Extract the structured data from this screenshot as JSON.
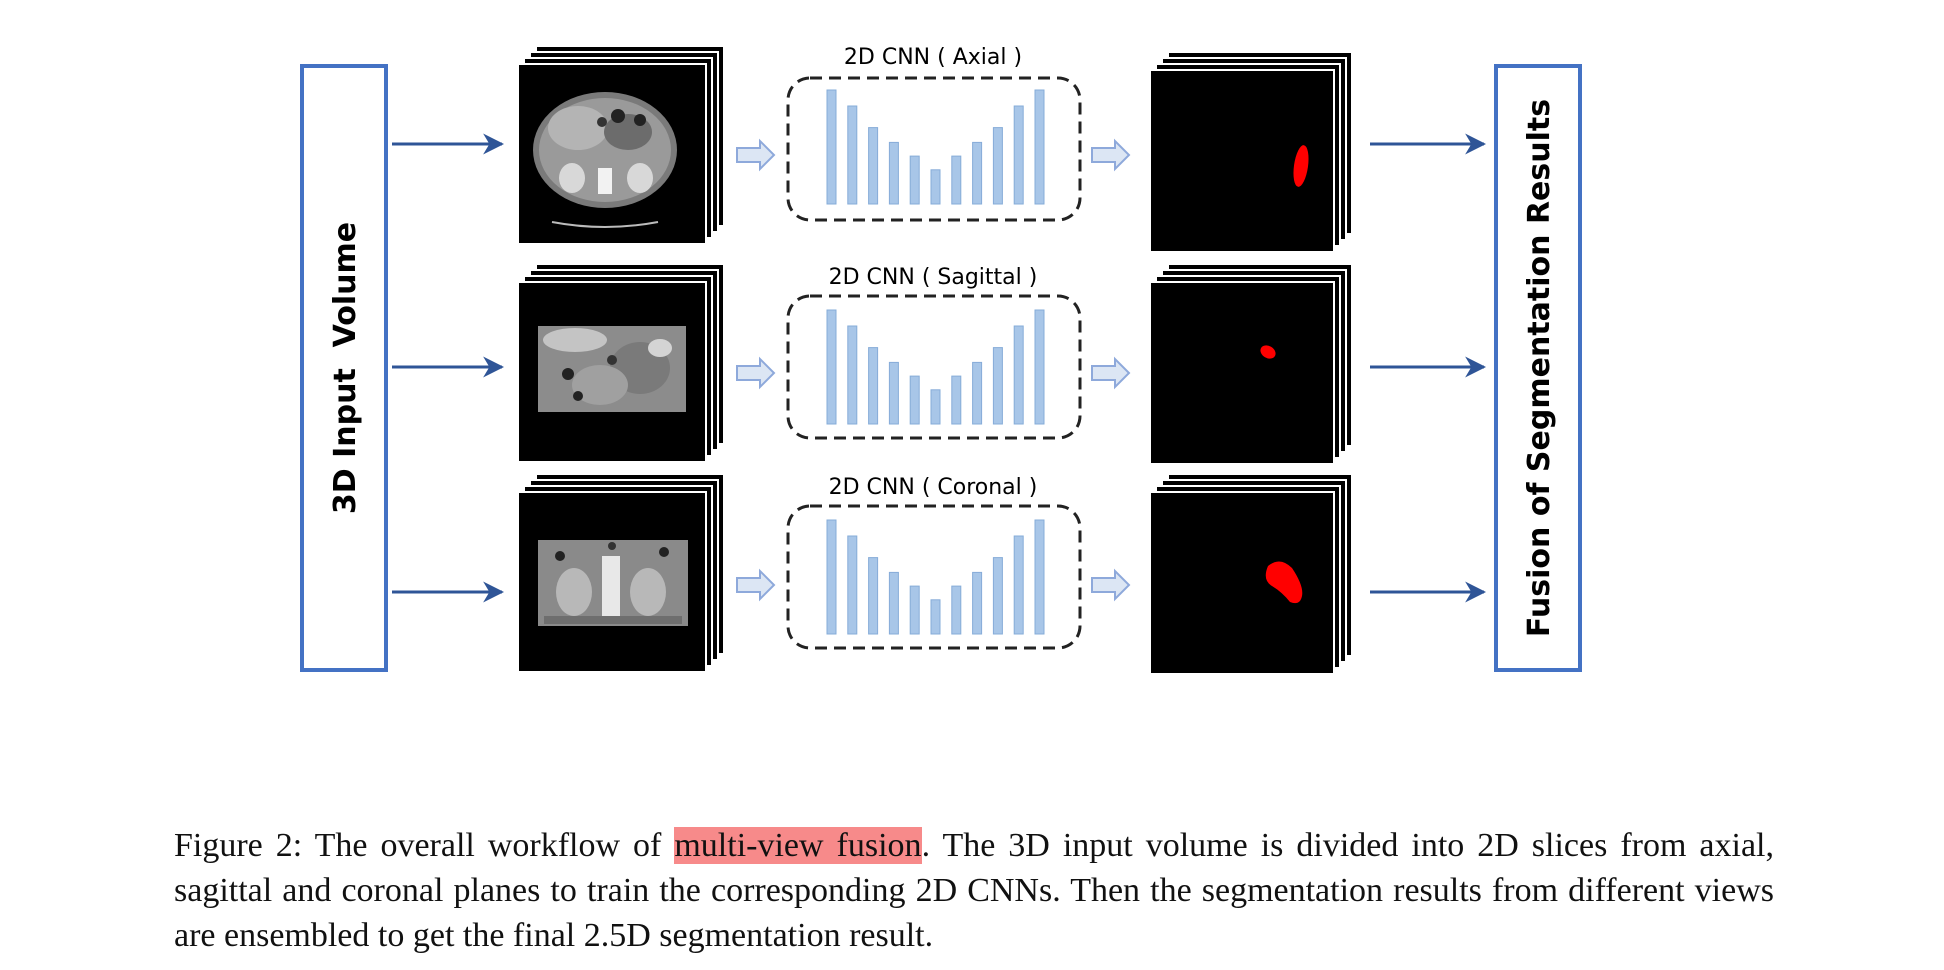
{
  "figure": {
    "left_box_label": "3D Input  Volume",
    "right_box_label": "Fusion of Segmentation Results",
    "rows": [
      {
        "view": "axial",
        "cnn_label": "2D CNN ( Axial )"
      },
      {
        "view": "sagittal",
        "cnn_label": "2D CNN ( Sagittal )"
      },
      {
        "view": "coronal",
        "cnn_label": "2D CNN ( Coronal )"
      }
    ],
    "cnn_bar_levels": [
      1.0,
      0.86,
      0.67,
      0.54,
      0.42,
      0.3,
      0.42,
      0.54,
      0.67,
      0.86,
      1.0
    ],
    "colors": {
      "box_border": "#4472c4",
      "arrow": "#2f5597",
      "bar_fill": "#a8c6e8",
      "bar_edge": "#86acd8",
      "hollow_arrow_fill": "#dce6f4",
      "hollow_arrow_edge": "#8ea9db",
      "mask_red": "#ff0000"
    }
  },
  "caption": {
    "prefix": "Figure 2: The overall workflow of ",
    "highlight": "multi-view fusion",
    "suffix": ". The 3D input volume is divided into 2D slices from axial, sagittal and coronal planes to train the corresponding 2D CNNs. Then the segmentation results from different views are ensembled to get the final 2.5D segmentation result."
  }
}
